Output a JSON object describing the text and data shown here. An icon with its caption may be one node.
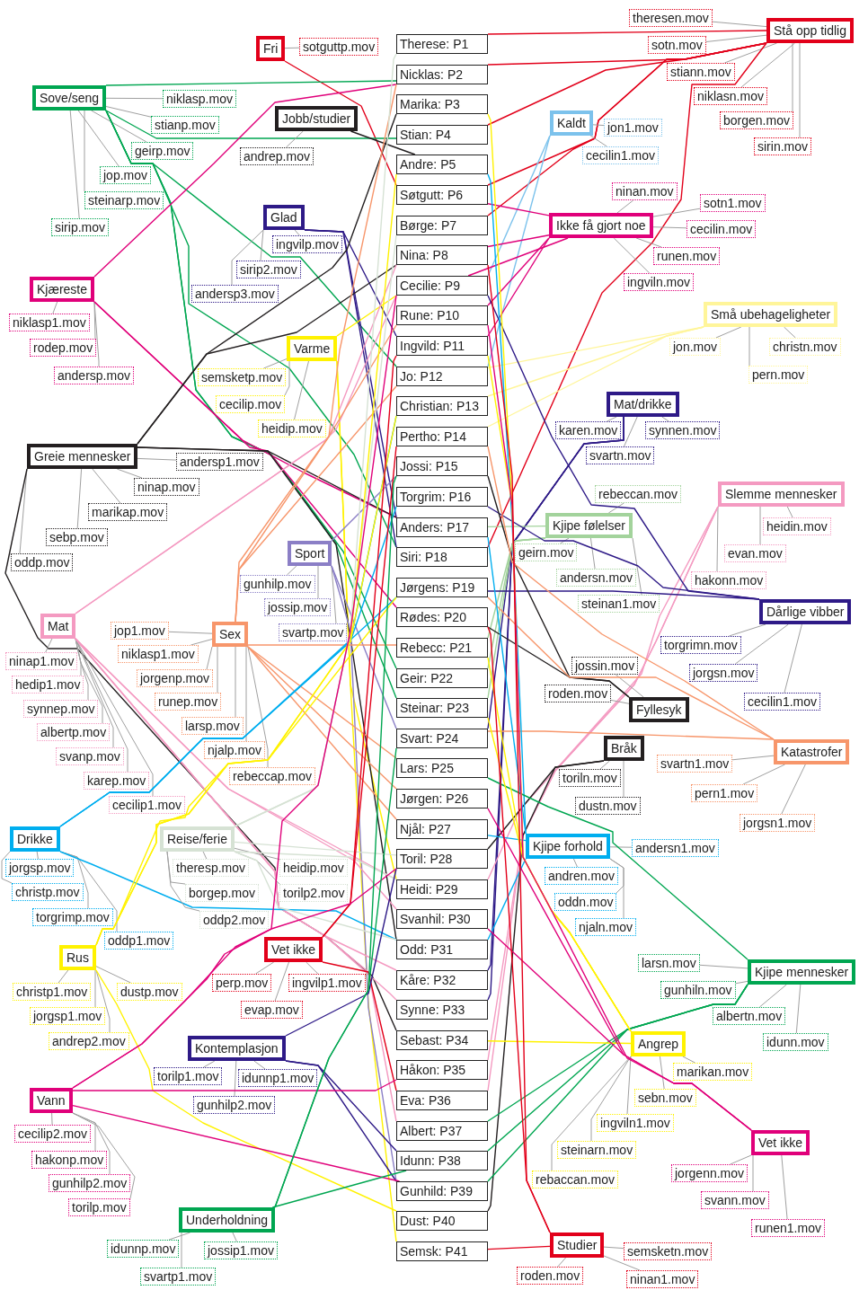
{
  "diagram": {
    "nodes": [
      {
        "text": [
          "Therese: P1"
        ]
      },
      {
        "text": [
          "Nicklas: P2"
        ]
      },
      {
        "text": [
          "Marika: P3"
        ]
      },
      {
        "text": [
          "Stian: P4"
        ]
      },
      {
        "text": [
          "Andre: P5"
        ]
      },
      {
        "text": [
          "Søtgutt: P6"
        ]
      },
      {
        "text": [
          "Børge: P7"
        ]
      },
      {
        "text": [
          "Nina: P8"
        ]
      },
      {
        "text": [
          "Cecilie: P9"
        ]
      },
      {
        "text": [
          "Rune: P10"
        ]
      },
      {
        "text": [
          "Ingvild: P11"
        ]
      },
      {
        "text": [
          "Jo: P12"
        ]
      },
      {
        "text": [
          "Christian: P13"
        ]
      },
      {
        "text": [
          "Pertho: P14"
        ]
      },
      {
        "text": [
          "Jossi: P15"
        ]
      },
      {
        "text": [
          "Torgrim: P16"
        ]
      },
      {
        "text": [
          "Anders: P17"
        ]
      },
      {
        "text": [
          "Siri: P18"
        ]
      },
      {
        "text": [
          "Jørgens: P19"
        ]
      },
      {
        "text": [
          "Rødes: P20"
        ]
      },
      {
        "text": [
          "Rebecc: P21"
        ]
      },
      {
        "text": [
          "Geir: P22"
        ]
      },
      {
        "text": [
          "Steinar: P23"
        ]
      },
      {
        "text": [
          "Svart: P24"
        ]
      },
      {
        "text": [
          "Lars: P25"
        ]
      },
      {
        "text": [
          "Jørgen: P26"
        ]
      },
      {
        "text": [
          "Njål: P27"
        ]
      },
      {
        "text": [
          "Toril: P28"
        ]
      },
      {
        "text": [
          "Heidi: P29"
        ]
      },
      {
        "text": [
          "Svanhil: P30"
        ]
      },
      {
        "text": [
          "Odd: P31"
        ]
      },
      {
        "text": [
          "Kåre: P32"
        ]
      },
      {
        "text": [
          "Synne: P33"
        ]
      },
      {
        "text": [
          "Sebast: P34"
        ]
      },
      {
        "text": [
          "Håkon: P35"
        ]
      },
      {
        "text": [
          "Eva: P36"
        ]
      },
      {
        "text": [
          "Albert: P37"
        ]
      },
      {
        "text": [
          "Idunn: P38"
        ]
      },
      {
        "text": [
          "Gunhild: P39"
        ]
      },
      {
        "text": [
          "Dust: P40"
        ]
      },
      {
        "text": [
          "Semsk: P41"
        ]
      },
      {
        "text": [
          "Fri"
        ]
      },
      {
        "text": [
          "sotguttp.mov"
        ]
      },
      {
        "text": [
          "Sove/seng"
        ]
      },
      {
        "text": [
          "niklasp.mov"
        ]
      },
      {
        "text": [
          "stianp.mov"
        ]
      },
      {
        "text": [
          "geirp.mov"
        ]
      },
      {
        "text": [
          "jop.mov"
        ]
      },
      {
        "text": [
          "steinarp.mov"
        ]
      },
      {
        "text": [
          "sirip.mov"
        ]
      },
      {
        "text": [
          "Jobb/studier"
        ]
      },
      {
        "text": [
          "andrep.mov"
        ]
      },
      {
        "text": [
          "Stå opp tidlig"
        ]
      },
      {
        "text": [
          "theresen.mov"
        ]
      },
      {
        "text": [
          "sotn.mov"
        ]
      },
      {
        "text": [
          "stiann.mov"
        ]
      },
      {
        "text": [
          "niklasn.mov"
        ]
      },
      {
        "text": [
          "borgen.mov"
        ]
      },
      {
        "text": [
          "sirin.mov"
        ]
      },
      {
        "text": [
          "Kaldt"
        ]
      },
      {
        "text": [
          "jon1.mov"
        ]
      },
      {
        "text": [
          "cecilin1.mov"
        ]
      },
      {
        "text": [
          "Ikke få gjort noe"
        ]
      },
      {
        "text": [
          "ninan.mov"
        ]
      },
      {
        "text": [
          "sotn1.mov"
        ]
      },
      {
        "text": [
          "cecilin.mov"
        ]
      },
      {
        "text": [
          "runen.mov"
        ]
      },
      {
        "text": [
          "ingviln.mov"
        ]
      },
      {
        "text": [
          "Glad"
        ]
      },
      {
        "text": [
          "ingvilp.mov"
        ]
      },
      {
        "text": [
          "sirip2.mov"
        ]
      },
      {
        "text": [
          "andersp3.mov"
        ]
      },
      {
        "text": [
          "Kjæreste"
        ]
      },
      {
        "text": [
          "niklasp1.mov"
        ]
      },
      {
        "text": [
          "rodep.mov"
        ]
      },
      {
        "text": [
          "andersp.mov"
        ]
      },
      {
        "text": [
          "Små ubehageligheter"
        ]
      },
      {
        "text": [
          "jon.mov"
        ]
      },
      {
        "text": [
          "christn.mov"
        ]
      },
      {
        "text": [
          "pern.mov"
        ]
      },
      {
        "text": [
          "Varme"
        ]
      },
      {
        "text": [
          "semsketp.mov"
        ]
      },
      {
        "text": [
          "cecilip.mov"
        ]
      },
      {
        "text": [
          "heidip.mov"
        ]
      },
      {
        "text": [
          "Mat/drikke"
        ]
      },
      {
        "text": [
          "karen.mov"
        ]
      },
      {
        "text": [
          "synnen.mov"
        ]
      },
      {
        "text": [
          "svartn.mov"
        ]
      },
      {
        "text": [
          "Greie mennesker"
        ]
      },
      {
        "text": [
          "andersp1.mov"
        ]
      },
      {
        "text": [
          "ninap.mov"
        ]
      },
      {
        "text": [
          "marikap.mov"
        ]
      },
      {
        "text": [
          "sebp.mov"
        ]
      },
      {
        "text": [
          "oddp.mov"
        ]
      },
      {
        "text": [
          "Slemme mennesker"
        ]
      },
      {
        "text": [
          "heidin.mov"
        ]
      },
      {
        "text": [
          "evan.mov"
        ]
      },
      {
        "text": [
          "hakonn.mov"
        ]
      },
      {
        "text": [
          "Kjipe følelser"
        ]
      },
      {
        "text": [
          "rebeccan.mov"
        ]
      },
      {
        "text": [
          "geirn.mov"
        ]
      },
      {
        "text": [
          "andersn.mov"
        ]
      },
      {
        "text": [
          "steinan1.mov"
        ]
      },
      {
        "text": [
          "Sport"
        ]
      },
      {
        "text": [
          "gunhilp.mov"
        ]
      },
      {
        "text": [
          "jossip.mov"
        ]
      },
      {
        "text": [
          "svartp.mov"
        ]
      },
      {
        "text": [
          "Dårlige vibber"
        ]
      },
      {
        "text": [
          "torgrimn.mov"
        ]
      },
      {
        "text": [
          "jorgsn.mov"
        ]
      },
      {
        "text": [
          "cecilin1.mov"
        ]
      },
      {
        "text": [
          "Mat"
        ]
      },
      {
        "text": [
          "ninap1.mov"
        ]
      },
      {
        "text": [
          "hedip1.mov"
        ]
      },
      {
        "text": [
          "synnep.mov"
        ]
      },
      {
        "text": [
          "albertp.mov"
        ]
      },
      {
        "text": [
          "svanp.mov"
        ]
      },
      {
        "text": [
          "karep.mov"
        ]
      },
      {
        "text": [
          "cecilip1.mov"
        ]
      },
      {
        "text": [
          "Sex"
        ]
      },
      {
        "text": [
          "jop1.mov"
        ]
      },
      {
        "text": [
          "niklasp1.mov"
        ]
      },
      {
        "text": [
          "jorgenp.mov"
        ]
      },
      {
        "text": [
          "runep.mov"
        ]
      },
      {
        "text": [
          "larsp.mov"
        ]
      },
      {
        "text": [
          "njalp.mov"
        ]
      },
      {
        "text": [
          "rebeccap.mov"
        ]
      },
      {
        "text": [
          "Fyllesyk"
        ]
      },
      {
        "text": [
          "jossin.mov"
        ]
      },
      {
        "text": [
          "roden.mov"
        ]
      },
      {
        "text": [
          "Bråk"
        ]
      },
      {
        "text": [
          "toriln.mov"
        ]
      },
      {
        "text": [
          "dustn.mov"
        ]
      },
      {
        "text": [
          "Katastrofer"
        ]
      },
      {
        "text": [
          "svartn1.mov"
        ]
      },
      {
        "text": [
          "pern1.mov"
        ]
      },
      {
        "text": [
          "jorgsn1.mov"
        ]
      },
      {
        "text": [
          "Drikke"
        ]
      },
      {
        "text": [
          "jorgsp.mov"
        ]
      },
      {
        "text": [
          "christp.mov"
        ]
      },
      {
        "text": [
          "torgrimp.mov"
        ]
      },
      {
        "text": [
          "oddp1.mov"
        ]
      },
      {
        "text": [
          "Reise/ferie"
        ]
      },
      {
        "text": [
          "theresp.mov"
        ]
      },
      {
        "text": [
          "heidip.mov"
        ]
      },
      {
        "text": [
          "borgep.mov"
        ]
      },
      {
        "text": [
          "torilp2.mov"
        ]
      },
      {
        "text": [
          "oddp2.mov"
        ]
      },
      {
        "text": [
          "Kjipe forhold"
        ]
      },
      {
        "text": [
          "andersn1.mov"
        ]
      },
      {
        "text": [
          "andren.mov"
        ]
      },
      {
        "text": [
          "oddn.mov"
        ]
      },
      {
        "text": [
          "njaln.mov"
        ]
      },
      {
        "text": [
          "Rus"
        ]
      },
      {
        "text": [
          "christp1.mov"
        ]
      },
      {
        "text": [
          "dustp.mov"
        ]
      },
      {
        "text": [
          "jorgsp1.mov"
        ]
      },
      {
        "text": [
          "andrep2.mov"
        ]
      },
      {
        "text": [
          "Vet ikke"
        ]
      },
      {
        "text": [
          "perp.mov"
        ]
      },
      {
        "text": [
          "ingvilp1.mov"
        ]
      },
      {
        "text": [
          "evap.mov"
        ]
      },
      {
        "text": [
          "Kjipe mennesker"
        ]
      },
      {
        "text": [
          "larsn.mov"
        ]
      },
      {
        "text": [
          "gunhiln.mov"
        ]
      },
      {
        "text": [
          "albertn.mov"
        ]
      },
      {
        "text": [
          "idunn.mov"
        ]
      },
      {
        "text": [
          "Kontemplasjon"
        ]
      },
      {
        "text": [
          "torilp1.mov"
        ]
      },
      {
        "text": [
          "idunnp1.mov"
        ]
      },
      {
        "text": [
          "gunhilp2.mov"
        ]
      },
      {
        "text": [
          "Angrep"
        ]
      },
      {
        "text": [
          "marikan.mov"
        ]
      },
      {
        "text": [
          "sebn.mov"
        ]
      },
      {
        "text": [
          "ingviln1.mov"
        ]
      },
      {
        "text": [
          "steinarn.mov"
        ]
      },
      {
        "text": [
          "rebaccan.mov"
        ]
      },
      {
        "text": [
          "Vann"
        ]
      },
      {
        "text": [
          "cecilip2.mov"
        ]
      },
      {
        "text": [
          "hakonp.mov"
        ]
      },
      {
        "text": [
          "gunhilp2.mov"
        ]
      },
      {
        "text": [
          "torilp.mov"
        ]
      },
      {
        "text": [
          "Vet ikke"
        ]
      },
      {
        "text": [
          "jorgenn.mov"
        ]
      },
      {
        "text": [
          "svann.mov"
        ]
      },
      {
        "text": [
          "runen1.mov"
        ]
      },
      {
        "text": [
          "Underholdning"
        ]
      },
      {
        "text": [
          "idunnp.mov"
        ]
      },
      {
        "text": [
          "jossip1.mov"
        ]
      },
      {
        "text": [
          "svartp1.mov"
        ]
      },
      {
        "text": [
          "Studier"
        ]
      },
      {
        "text": [
          "semsketn.mov"
        ]
      },
      {
        "text": [
          "roden.mov"
        ]
      },
      {
        "text": [
          "ninan1.mov"
        ]
      }
    ],
    "edges": [
      {
        "from": 41,
        "to": 42,
        "arrow": "none"
      },
      {
        "from": 41,
        "to": 5,
        "arrow": "none",
        "color": "#e2001a"
      },
      {
        "from": 43,
        "to": 44,
        "arrow": "none"
      },
      {
        "from": 43,
        "to": 45,
        "arrow": "none"
      },
      {
        "from": 43,
        "to": 46,
        "arrow": "none"
      },
      {
        "from": 43,
        "to": 47,
        "arrow": "none"
      },
      {
        "from": 43,
        "to": 48,
        "arrow": "none"
      },
      {
        "from": 43,
        "to": 49,
        "arrow": "none"
      },
      {
        "from": 43,
        "to": 1,
        "arrow": "none",
        "color": "#00a651"
      },
      {
        "from": 43,
        "to": 3,
        "arrow": "none",
        "color": "#00a651"
      },
      {
        "from": 43,
        "to": 21,
        "arrow": "none",
        "color": "#00a651"
      },
      {
        "from": 43,
        "to": 11,
        "arrow": "none",
        "color": "#00a651"
      },
      {
        "from": 43,
        "to": 22,
        "arrow": "none",
        "color": "#00a651"
      },
      {
        "from": 43,
        "to": 17,
        "arrow": "none",
        "color": "#00a651"
      },
      {
        "from": 50,
        "to": 51,
        "arrow": "none"
      },
      {
        "from": 50,
        "to": 4,
        "arrow": "none",
        "color": "#231f20"
      },
      {
        "from": 52,
        "to": 53,
        "arrow": "none"
      },
      {
        "from": 52,
        "to": 54,
        "arrow": "none"
      },
      {
        "from": 52,
        "to": 55,
        "arrow": "none"
      },
      {
        "from": 52,
        "to": 56,
        "arrow": "none"
      },
      {
        "from": 52,
        "to": 57,
        "arrow": "none"
      },
      {
        "from": 52,
        "to": 58,
        "arrow": "none"
      },
      {
        "from": 52,
        "to": 0,
        "arrow": "none",
        "color": "#e2001a"
      },
      {
        "from": 52,
        "to": 5,
        "arrow": "none",
        "color": "#e2001a"
      },
      {
        "from": 52,
        "to": 3,
        "arrow": "none",
        "color": "#e2001a"
      },
      {
        "from": 52,
        "to": 1,
        "arrow": "none",
        "color": "#e2001a"
      },
      {
        "from": 52,
        "to": 6,
        "arrow": "none",
        "color": "#e2001a"
      },
      {
        "from": 52,
        "to": 17,
        "arrow": "none",
        "color": "#e2001a"
      },
      {
        "from": 59,
        "to": 60,
        "arrow": "none"
      },
      {
        "from": 59,
        "to": 61,
        "arrow": "none"
      },
      {
        "from": 59,
        "to": 11,
        "arrow": "none",
        "color": "#7cc2ec"
      },
      {
        "from": 59,
        "to": 8,
        "arrow": "none",
        "color": "#7cc2ec"
      },
      {
        "from": 62,
        "to": 63,
        "arrow": "none"
      },
      {
        "from": 62,
        "to": 64,
        "arrow": "none"
      },
      {
        "from": 62,
        "to": 65,
        "arrow": "none"
      },
      {
        "from": 62,
        "to": 66,
        "arrow": "none"
      },
      {
        "from": 62,
        "to": 67,
        "arrow": "none"
      },
      {
        "from": 62,
        "to": 7,
        "arrow": "none",
        "color": "#e0007a"
      },
      {
        "from": 62,
        "to": 5,
        "arrow": "none",
        "color": "#e0007a"
      },
      {
        "from": 62,
        "to": 8,
        "arrow": "none",
        "color": "#e0007a"
      },
      {
        "from": 62,
        "to": 9,
        "arrow": "none",
        "color": "#e0007a"
      },
      {
        "from": 62,
        "to": 10,
        "arrow": "none",
        "color": "#e0007a"
      },
      {
        "from": 68,
        "to": 69,
        "arrow": "none"
      },
      {
        "from": 68,
        "to": 70,
        "arrow": "none"
      },
      {
        "from": 68,
        "to": 71,
        "arrow": "none"
      },
      {
        "from": 68,
        "to": 10,
        "arrow": "none",
        "color": "#2e1a87"
      },
      {
        "from": 68,
        "to": 17,
        "arrow": "none",
        "color": "#2e1a87"
      },
      {
        "from": 68,
        "to": 16,
        "arrow": "none",
        "color": "#2e1a87"
      },
      {
        "from": 72,
        "to": 73,
        "arrow": "none"
      },
      {
        "from": 72,
        "to": 74,
        "arrow": "none"
      },
      {
        "from": 72,
        "to": 75,
        "arrow": "none"
      },
      {
        "from": 72,
        "to": 1,
        "arrow": "none",
        "color": "#e0007a"
      },
      {
        "from": 72,
        "to": 19,
        "arrow": "none",
        "color": "#e0007a"
      },
      {
        "from": 72,
        "to": 16,
        "arrow": "none",
        "color": "#e0007a"
      },
      {
        "from": 76,
        "to": 77,
        "arrow": "none"
      },
      {
        "from": 76,
        "to": 78,
        "arrow": "none"
      },
      {
        "from": 76,
        "to": 79,
        "arrow": "none"
      },
      {
        "from": 76,
        "to": 11,
        "arrow": "none",
        "color": "#fff59a"
      },
      {
        "from": 76,
        "to": 12,
        "arrow": "none",
        "color": "#fff59a"
      },
      {
        "from": 76,
        "to": 13,
        "arrow": "none",
        "color": "#fff59a"
      },
      {
        "from": 80,
        "to": 81,
        "arrow": "none"
      },
      {
        "from": 80,
        "to": 82,
        "arrow": "none"
      },
      {
        "from": 80,
        "to": 83,
        "arrow": "none"
      },
      {
        "from": 80,
        "to": 40,
        "arrow": "none",
        "color": "#fff200"
      },
      {
        "from": 80,
        "to": 8,
        "arrow": "none",
        "color": "#fff200"
      },
      {
        "from": 80,
        "to": 28,
        "arrow": "none",
        "color": "#fff200"
      },
      {
        "from": 84,
        "to": 85,
        "arrow": "none"
      },
      {
        "from": 84,
        "to": 86,
        "arrow": "none"
      },
      {
        "from": 84,
        "to": 87,
        "arrow": "none"
      },
      {
        "from": 84,
        "to": 31,
        "arrow": "none",
        "color": "#2e1a87"
      },
      {
        "from": 84,
        "to": 32,
        "arrow": "none",
        "color": "#2e1a87"
      },
      {
        "from": 84,
        "to": 23,
        "arrow": "none",
        "color": "#2e1a87"
      },
      {
        "from": 88,
        "to": 89,
        "arrow": "none"
      },
      {
        "from": 88,
        "to": 90,
        "arrow": "none"
      },
      {
        "from": 88,
        "to": 91,
        "arrow": "none"
      },
      {
        "from": 88,
        "to": 92,
        "arrow": "none"
      },
      {
        "from": 88,
        "to": 93,
        "arrow": "none"
      },
      {
        "from": 88,
        "to": 16,
        "arrow": "none",
        "color": "#231f20"
      },
      {
        "from": 88,
        "to": 7,
        "arrow": "none",
        "color": "#231f20"
      },
      {
        "from": 88,
        "to": 2,
        "arrow": "none",
        "color": "#231f20"
      },
      {
        "from": 88,
        "to": 33,
        "arrow": "none",
        "color": "#231f20"
      },
      {
        "from": 88,
        "to": 30,
        "arrow": "none",
        "color": "#231f20"
      },
      {
        "from": 94,
        "to": 95,
        "arrow": "none"
      },
      {
        "from": 94,
        "to": 96,
        "arrow": "none"
      },
      {
        "from": 94,
        "to": 97,
        "arrow": "none"
      },
      {
        "from": 94,
        "to": 28,
        "arrow": "none",
        "color": "#f49ac1"
      },
      {
        "from": 94,
        "to": 35,
        "arrow": "none",
        "color": "#f49ac1"
      },
      {
        "from": 94,
        "to": 34,
        "arrow": "none",
        "color": "#f49ac1"
      },
      {
        "from": 98,
        "to": 99,
        "arrow": "none"
      },
      {
        "from": 98,
        "to": 100,
        "arrow": "none"
      },
      {
        "from": 98,
        "to": 101,
        "arrow": "none"
      },
      {
        "from": 98,
        "to": 102,
        "arrow": "none"
      },
      {
        "from": 98,
        "to": 20,
        "arrow": "none",
        "color": "#a3d39c"
      },
      {
        "from": 98,
        "to": 21,
        "arrow": "none",
        "color": "#a3d39c"
      },
      {
        "from": 98,
        "to": 16,
        "arrow": "none",
        "color": "#a3d39c"
      },
      {
        "from": 98,
        "to": 22,
        "arrow": "none",
        "color": "#a3d39c"
      },
      {
        "from": 103,
        "to": 104,
        "arrow": "none"
      },
      {
        "from": 103,
        "to": 105,
        "arrow": "none"
      },
      {
        "from": 103,
        "to": 106,
        "arrow": "none"
      },
      {
        "from": 103,
        "to": 38,
        "arrow": "none",
        "color": "#8b7fc6"
      },
      {
        "from": 103,
        "to": 14,
        "arrow": "none",
        "color": "#8b7fc6"
      },
      {
        "from": 103,
        "to": 23,
        "arrow": "none",
        "color": "#8b7fc6"
      },
      {
        "from": 107,
        "to": 108,
        "arrow": "none"
      },
      {
        "from": 107,
        "to": 109,
        "arrow": "none"
      },
      {
        "from": 107,
        "to": 110,
        "arrow": "none"
      },
      {
        "from": 107,
        "to": 15,
        "arrow": "none",
        "color": "#2e1a87"
      },
      {
        "from": 107,
        "to": 18,
        "arrow": "none",
        "color": "#2e1a87"
      },
      {
        "from": 107,
        "to": 8,
        "arrow": "none",
        "color": "#2e1a87"
      },
      {
        "from": 111,
        "to": 112,
        "arrow": "none"
      },
      {
        "from": 111,
        "to": 113,
        "arrow": "none"
      },
      {
        "from": 111,
        "to": 114,
        "arrow": "none"
      },
      {
        "from": 111,
        "to": 115,
        "arrow": "none"
      },
      {
        "from": 111,
        "to": 116,
        "arrow": "none"
      },
      {
        "from": 111,
        "to": 117,
        "arrow": "none"
      },
      {
        "from": 111,
        "to": 118,
        "arrow": "none"
      },
      {
        "from": 111,
        "to": 7,
        "arrow": "none",
        "color": "#f49ac1"
      },
      {
        "from": 111,
        "to": 28,
        "arrow": "none",
        "color": "#f49ac1"
      },
      {
        "from": 111,
        "to": 32,
        "arrow": "none",
        "color": "#f49ac1"
      },
      {
        "from": 111,
        "to": 36,
        "arrow": "none",
        "color": "#f49ac1"
      },
      {
        "from": 111,
        "to": 29,
        "arrow": "none",
        "color": "#f49ac1"
      },
      {
        "from": 111,
        "to": 31,
        "arrow": "none",
        "color": "#f49ac1"
      },
      {
        "from": 111,
        "to": 8,
        "arrow": "none",
        "color": "#f49ac1"
      },
      {
        "from": 119,
        "to": 120,
        "arrow": "none"
      },
      {
        "from": 119,
        "to": 121,
        "arrow": "none"
      },
      {
        "from": 119,
        "to": 122,
        "arrow": "none"
      },
      {
        "from": 119,
        "to": 123,
        "arrow": "none"
      },
      {
        "from": 119,
        "to": 124,
        "arrow": "none"
      },
      {
        "from": 119,
        "to": 125,
        "arrow": "none"
      },
      {
        "from": 119,
        "to": 126,
        "arrow": "none"
      },
      {
        "from": 119,
        "to": 11,
        "arrow": "none",
        "color": "#f7966b"
      },
      {
        "from": 119,
        "to": 1,
        "arrow": "none",
        "color": "#f7966b"
      },
      {
        "from": 119,
        "to": 25,
        "arrow": "none",
        "color": "#f7966b"
      },
      {
        "from": 119,
        "to": 9,
        "arrow": "none",
        "color": "#f7966b"
      },
      {
        "from": 119,
        "to": 24,
        "arrow": "none",
        "color": "#f7966b"
      },
      {
        "from": 119,
        "to": 26,
        "arrow": "none",
        "color": "#f7966b"
      },
      {
        "from": 119,
        "to": 20,
        "arrow": "none",
        "color": "#f7966b"
      },
      {
        "from": 127,
        "to": 128,
        "arrow": "none"
      },
      {
        "from": 127,
        "to": 129,
        "arrow": "none"
      },
      {
        "from": 127,
        "to": 14,
        "arrow": "none",
        "color": "#231f20"
      },
      {
        "from": 127,
        "to": 19,
        "arrow": "none",
        "color": "#231f20"
      },
      {
        "from": 130,
        "to": 131,
        "arrow": "none"
      },
      {
        "from": 130,
        "to": 132,
        "arrow": "none"
      },
      {
        "from": 130,
        "to": 27,
        "arrow": "none",
        "color": "#231f20"
      },
      {
        "from": 130,
        "to": 39,
        "arrow": "none",
        "color": "#231f20"
      },
      {
        "from": 133,
        "to": 134,
        "arrow": "none"
      },
      {
        "from": 133,
        "to": 135,
        "arrow": "none"
      },
      {
        "from": 133,
        "to": 136,
        "arrow": "none"
      },
      {
        "from": 133,
        "to": 23,
        "arrow": "none",
        "color": "#f7966b"
      },
      {
        "from": 133,
        "to": 13,
        "arrow": "none",
        "color": "#f7966b"
      },
      {
        "from": 133,
        "to": 18,
        "arrow": "none",
        "color": "#f7966b"
      },
      {
        "from": 137,
        "to": 138,
        "arrow": "none"
      },
      {
        "from": 137,
        "to": 139,
        "arrow": "none"
      },
      {
        "from": 137,
        "to": 140,
        "arrow": "none"
      },
      {
        "from": 137,
        "to": 141,
        "arrow": "none"
      },
      {
        "from": 137,
        "to": 18,
        "arrow": "none",
        "color": "#00aeef"
      },
      {
        "from": 137,
        "to": 12,
        "arrow": "none",
        "color": "#00aeef"
      },
      {
        "from": 137,
        "to": 15,
        "arrow": "none",
        "color": "#00aeef"
      },
      {
        "from": 137,
        "to": 30,
        "arrow": "none",
        "color": "#00aeef"
      },
      {
        "from": 142,
        "to": 143,
        "arrow": "none"
      },
      {
        "from": 142,
        "to": 144,
        "arrow": "none"
      },
      {
        "from": 142,
        "to": 145,
        "arrow": "none"
      },
      {
        "from": 142,
        "to": 146,
        "arrow": "none"
      },
      {
        "from": 142,
        "to": 147,
        "arrow": "none"
      },
      {
        "from": 142,
        "to": 0,
        "arrow": "none",
        "color": "#d6e2d4"
      },
      {
        "from": 142,
        "to": 28,
        "arrow": "none",
        "color": "#d6e2d4"
      },
      {
        "from": 142,
        "to": 6,
        "arrow": "none",
        "color": "#d6e2d4"
      },
      {
        "from": 142,
        "to": 27,
        "arrow": "none",
        "color": "#d6e2d4"
      },
      {
        "from": 142,
        "to": 30,
        "arrow": "none",
        "color": "#d6e2d4"
      },
      {
        "from": 148,
        "to": 149,
        "arrow": "none"
      },
      {
        "from": 148,
        "to": 150,
        "arrow": "none"
      },
      {
        "from": 148,
        "to": 151,
        "arrow": "none"
      },
      {
        "from": 148,
        "to": 152,
        "arrow": "none"
      },
      {
        "from": 148,
        "to": 16,
        "arrow": "none",
        "color": "#00aeef"
      },
      {
        "from": 148,
        "to": 4,
        "arrow": "none",
        "color": "#00aeef"
      },
      {
        "from": 148,
        "to": 30,
        "arrow": "none",
        "color": "#00aeef"
      },
      {
        "from": 148,
        "to": 26,
        "arrow": "none",
        "color": "#00aeef"
      },
      {
        "from": 153,
        "to": 154,
        "arrow": "none"
      },
      {
        "from": 153,
        "to": 155,
        "arrow": "none"
      },
      {
        "from": 153,
        "to": 156,
        "arrow": "none"
      },
      {
        "from": 153,
        "to": 157,
        "arrow": "none"
      },
      {
        "from": 153,
        "to": 12,
        "arrow": "none",
        "color": "#fff200"
      },
      {
        "from": 153,
        "to": 39,
        "arrow": "none",
        "color": "#fff200"
      },
      {
        "from": 153,
        "to": 18,
        "arrow": "none",
        "color": "#fff200"
      },
      {
        "from": 153,
        "to": 4,
        "arrow": "none",
        "color": "#fff200"
      },
      {
        "from": 158,
        "to": 159,
        "arrow": "none"
      },
      {
        "from": 158,
        "to": 160,
        "arrow": "none"
      },
      {
        "from": 158,
        "to": 161,
        "arrow": "none"
      },
      {
        "from": 158,
        "to": 13,
        "arrow": "none",
        "color": "#e2001a"
      },
      {
        "from": 158,
        "to": 10,
        "arrow": "none",
        "color": "#e2001a"
      },
      {
        "from": 158,
        "to": 35,
        "arrow": "none",
        "color": "#e2001a"
      },
      {
        "from": 162,
        "to": 163,
        "arrow": "none"
      },
      {
        "from": 162,
        "to": 164,
        "arrow": "none"
      },
      {
        "from": 162,
        "to": 165,
        "arrow": "none"
      },
      {
        "from": 162,
        "to": 166,
        "arrow": "none"
      },
      {
        "from": 162,
        "to": 24,
        "arrow": "none",
        "color": "#00a651"
      },
      {
        "from": 162,
        "to": 38,
        "arrow": "none",
        "color": "#00a651"
      },
      {
        "from": 162,
        "to": 36,
        "arrow": "none",
        "color": "#00a651"
      },
      {
        "from": 162,
        "to": 37,
        "arrow": "none",
        "color": "#00a651"
      },
      {
        "from": 167,
        "to": 168,
        "arrow": "none"
      },
      {
        "from": 167,
        "to": 169,
        "arrow": "none"
      },
      {
        "from": 167,
        "to": 170,
        "arrow": "none"
      },
      {
        "from": 167,
        "to": 27,
        "arrow": "none",
        "color": "#2e1a87"
      },
      {
        "from": 167,
        "to": 37,
        "arrow": "none",
        "color": "#2e1a87"
      },
      {
        "from": 167,
        "to": 38,
        "arrow": "none",
        "color": "#2e1a87"
      },
      {
        "from": 171,
        "to": 172,
        "arrow": "none"
      },
      {
        "from": 171,
        "to": 173,
        "arrow": "none"
      },
      {
        "from": 171,
        "to": 174,
        "arrow": "none"
      },
      {
        "from": 171,
        "to": 175,
        "arrow": "none"
      },
      {
        "from": 171,
        "to": 176,
        "arrow": "none"
      },
      {
        "from": 171,
        "to": 2,
        "arrow": "none",
        "color": "#fff200"
      },
      {
        "from": 171,
        "to": 33,
        "arrow": "none",
        "color": "#fff200"
      },
      {
        "from": 171,
        "to": 10,
        "arrow": "none",
        "color": "#fff200"
      },
      {
        "from": 171,
        "to": 22,
        "arrow": "none",
        "color": "#fff200"
      },
      {
        "from": 171,
        "to": 20,
        "arrow": "none",
        "color": "#fff200"
      },
      {
        "from": 177,
        "to": 178,
        "arrow": "none"
      },
      {
        "from": 177,
        "to": 179,
        "arrow": "none"
      },
      {
        "from": 177,
        "to": 180,
        "arrow": "none"
      },
      {
        "from": 177,
        "to": 181,
        "arrow": "none"
      },
      {
        "from": 177,
        "to": 8,
        "arrow": "none",
        "color": "#e0007a"
      },
      {
        "from": 177,
        "to": 34,
        "arrow": "none",
        "color": "#e0007a"
      },
      {
        "from": 177,
        "to": 38,
        "arrow": "none",
        "color": "#e0007a"
      },
      {
        "from": 177,
        "to": 27,
        "arrow": "none",
        "color": "#e0007a"
      },
      {
        "from": 182,
        "to": 183,
        "arrow": "none"
      },
      {
        "from": 182,
        "to": 184,
        "arrow": "none"
      },
      {
        "from": 182,
        "to": 185,
        "arrow": "none"
      },
      {
        "from": 182,
        "to": 25,
        "arrow": "none",
        "color": "#e0007a"
      },
      {
        "from": 182,
        "to": 29,
        "arrow": "none",
        "color": "#e0007a"
      },
      {
        "from": 182,
        "to": 9,
        "arrow": "none",
        "color": "#e0007a"
      },
      {
        "from": 186,
        "to": 187,
        "arrow": "none"
      },
      {
        "from": 186,
        "to": 188,
        "arrow": "none"
      },
      {
        "from": 186,
        "to": 189,
        "arrow": "none"
      },
      {
        "from": 186,
        "to": 37,
        "arrow": "none",
        "color": "#00a651"
      },
      {
        "from": 186,
        "to": 14,
        "arrow": "none",
        "color": "#00a651"
      },
      {
        "from": 186,
        "to": 23,
        "arrow": "none",
        "color": "#00a651"
      },
      {
        "from": 190,
        "to": 191,
        "arrow": "none"
      },
      {
        "from": 190,
        "to": 192,
        "arrow": "none"
      },
      {
        "from": 190,
        "to": 193,
        "arrow": "none"
      },
      {
        "from": 190,
        "to": 40,
        "arrow": "none",
        "color": "#e2001a"
      },
      {
        "from": 190,
        "to": 19,
        "arrow": "none",
        "color": "#e2001a"
      },
      {
        "from": 190,
        "to": 7,
        "arrow": "none",
        "color": "#e2001a"
      }
    ]
  }
}
